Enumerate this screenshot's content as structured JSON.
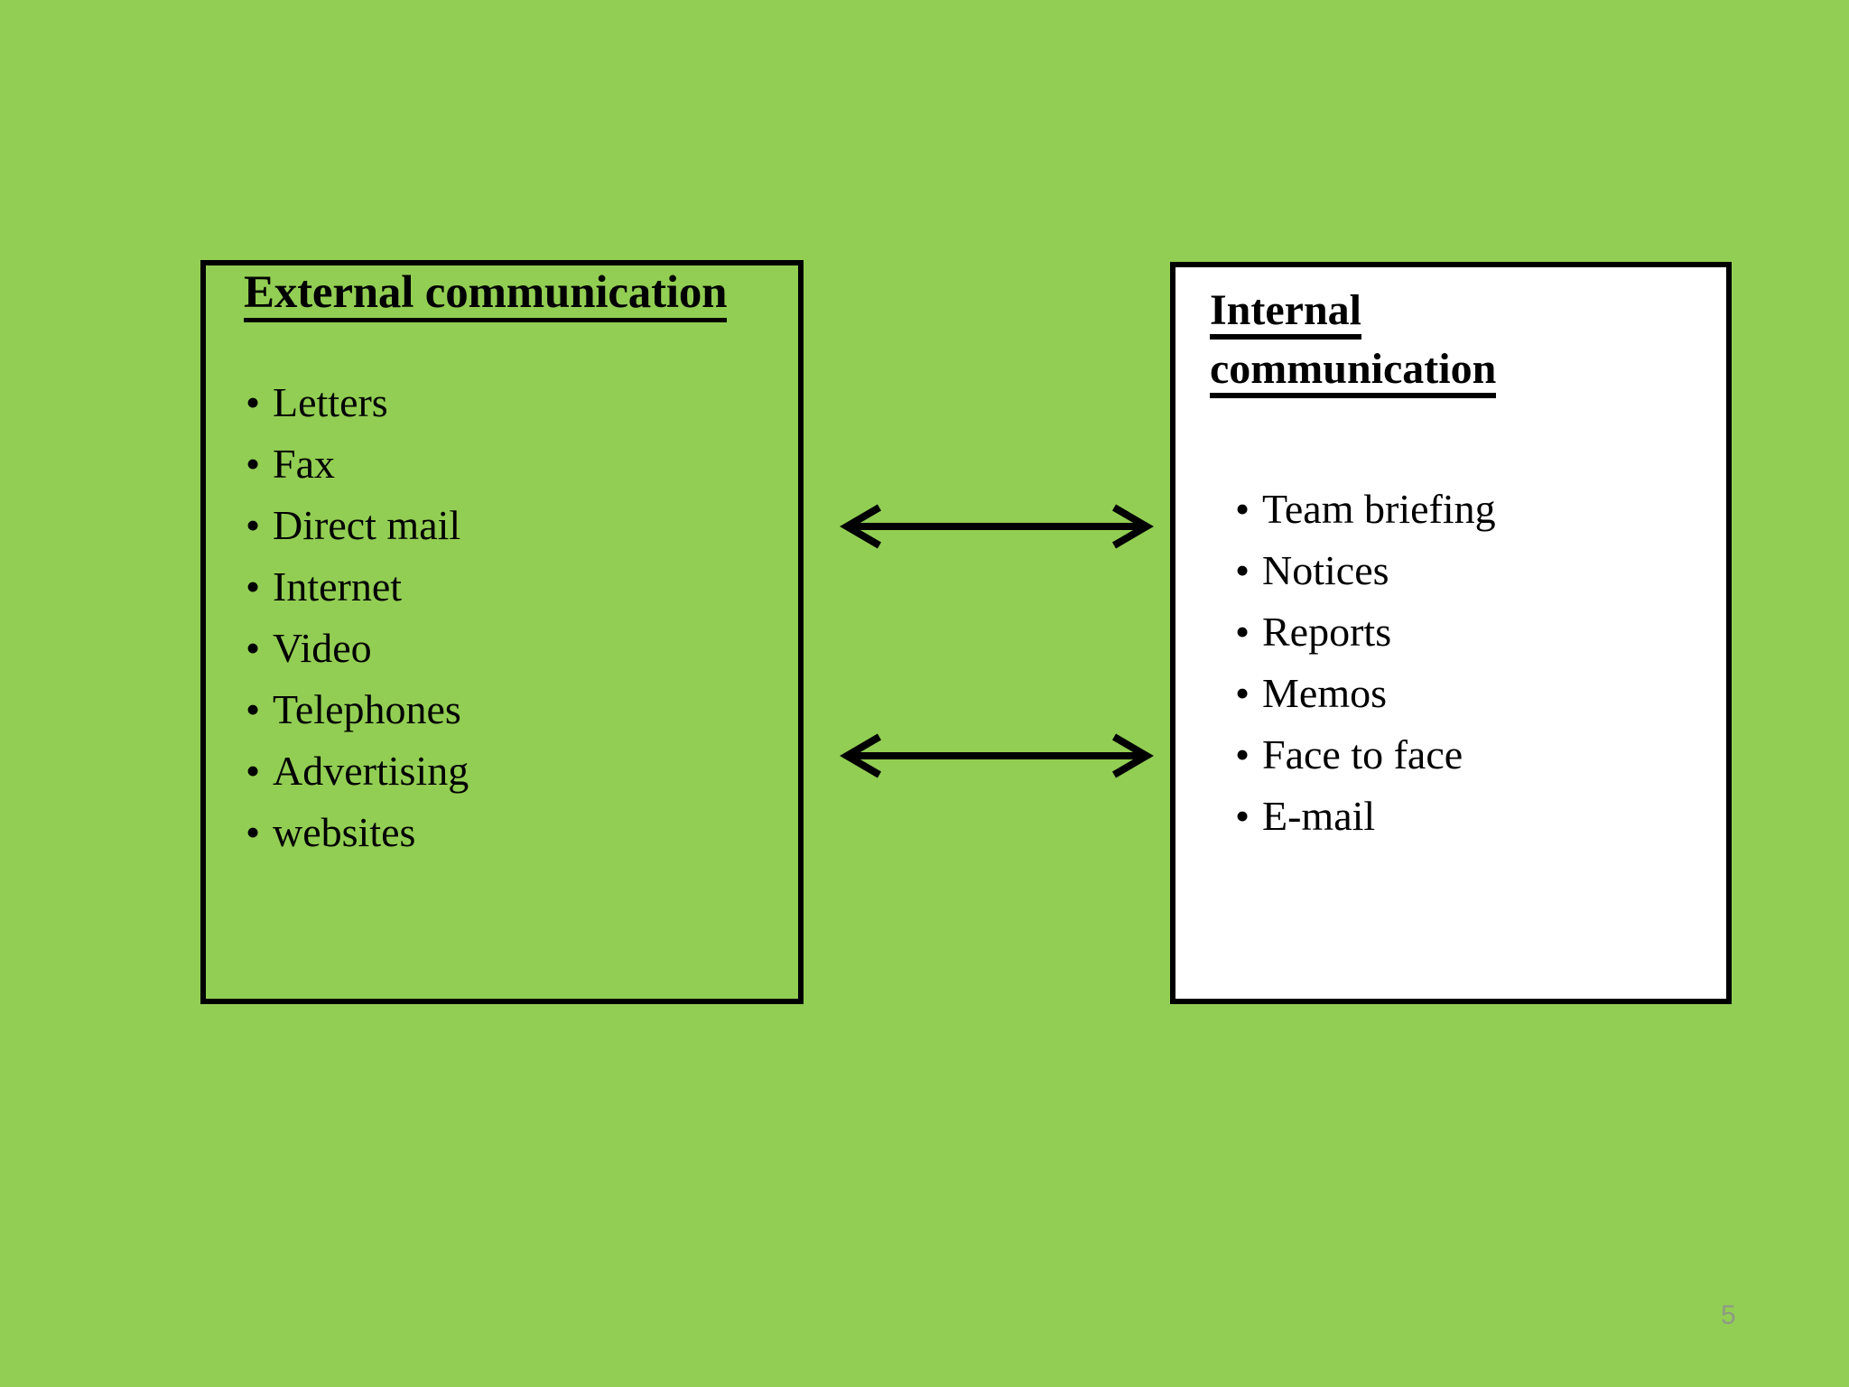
{
  "slide": {
    "background_color": "#92ce53",
    "page_number": "5"
  },
  "external_panel": {
    "heading": "External communication",
    "border_color": "#000000",
    "fill_color": "transparent",
    "bullet_glyph": "•",
    "items": [
      "Letters",
      "Fax",
      "Direct mail",
      "Internet",
      "Video",
      "Telephones",
      "Advertising",
      "websites"
    ]
  },
  "internal_panel": {
    "heading_line1": "Internal",
    "heading_line2": "communication",
    "border_color": "#000000",
    "fill_color": "#ffffff",
    "bullet_glyph": "•",
    "items": [
      "Team briefing",
      "Notices",
      "Reports",
      "Memos",
      "Face to face",
      "E-mail"
    ]
  },
  "connectors": [
    {
      "name": "top-double-arrow",
      "direction": "bidirectional",
      "color": "#000000"
    },
    {
      "name": "bottom-double-arrow",
      "direction": "bidirectional",
      "color": "#000000"
    }
  ]
}
